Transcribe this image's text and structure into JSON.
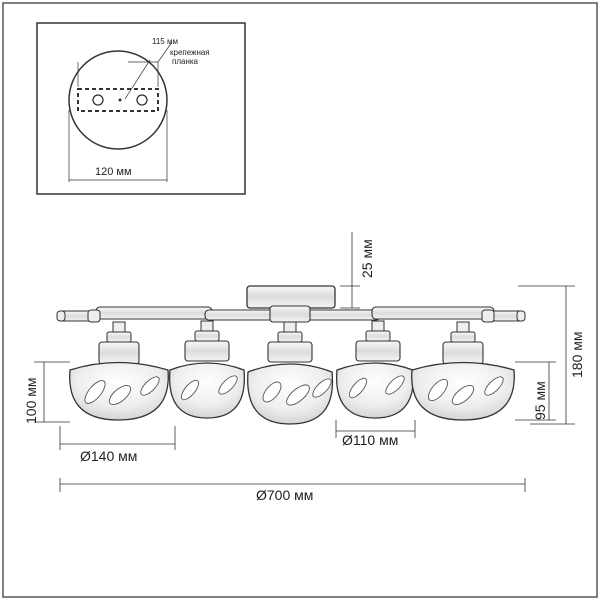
{
  "inset": {
    "plate_width": "115 мм",
    "mount_label_line1": "крепежная",
    "mount_label_line2": "планка",
    "base_diameter": "120 мм"
  },
  "dimensions": {
    "base_height": "25 мм",
    "total_height": "180 мм",
    "shade_height_left": "100 мм",
    "shade_height_right": "95 мм",
    "large_shade_diameter": "Ø140 мм",
    "small_shade_diameter": "Ø110 мм",
    "total_diameter": "Ø700 мм"
  },
  "colors": {
    "line": "#333333",
    "background": "#ffffff"
  }
}
